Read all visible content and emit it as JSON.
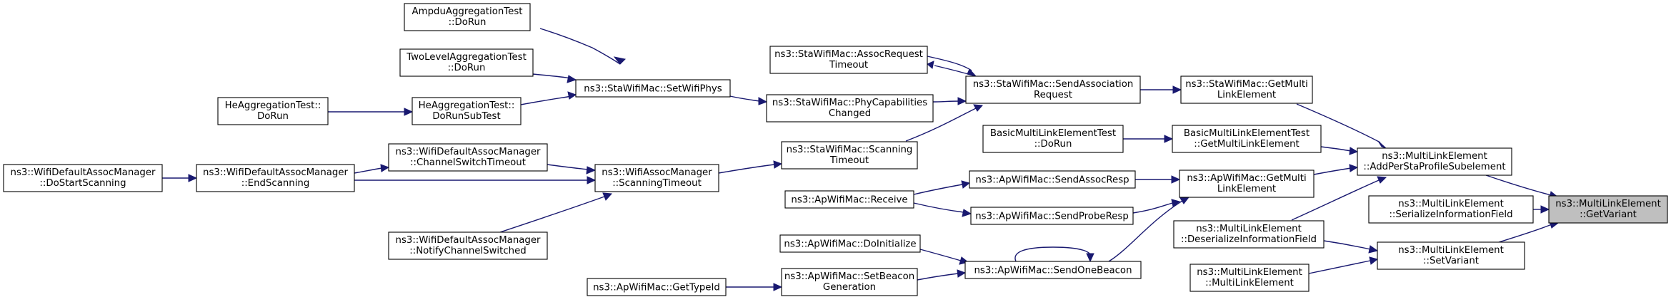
{
  "colors": {
    "edge": "#191970",
    "node_border": "#000000",
    "highlight_fill": "#bfbfbf",
    "background": "#ffffff"
  },
  "nodes": {
    "ampdu": [
      "AmpduAggregationTest",
      "::DoRun"
    ],
    "twolevel": [
      "TwoLevelAggregationTest",
      "::DoRun"
    ],
    "he_dorun": [
      "HeAggregationTest::",
      "DoRun"
    ],
    "he_subtest": [
      "HeAggregationTest::",
      "DoRunSubTest"
    ],
    "setwifiphys": [
      "ns3::StaWifiMac::SetWifiPhys"
    ],
    "assocreq_timeout": [
      "ns3::StaWifiMac::AssocRequest",
      "Timeout"
    ],
    "phycap": [
      "ns3::StaWifiMac::PhyCapabilities",
      "Changed"
    ],
    "sendassocreq": [
      "ns3::StaWifiMac::SendAssociation",
      "Request"
    ],
    "sta_getmle": [
      "ns3::StaWifiMac::GetMulti",
      "LinkElement"
    ],
    "basic_dorun": [
      "BasicMultiLinkElementTest",
      "::DoRun"
    ],
    "basic_getmle": [
      "BasicMultiLinkElementTest",
      "::GetMultiLinkElement"
    ],
    "addpersta": [
      "ns3::MultiLinkElement",
      "::AddPerStaProfileSubelement"
    ],
    "getvariant": [
      "ns3::MultiLinkElement",
      "::GetVariant"
    ],
    "dostartscanning": [
      "ns3::WifiDefaultAssocManager",
      "::DoStartScanning"
    ],
    "endscanning": [
      "ns3::WifiDefaultAssocManager",
      "::EndScanning"
    ],
    "chswitch_timeout": [
      "ns3::WifiDefaultAssocManager",
      "::ChannelSwitchTimeout"
    ],
    "notifych": [
      "ns3::WifiDefaultAssocManager",
      "::NotifyChannelSwitched"
    ],
    "scanning_timeout": [
      "ns3::WifiAssocManager",
      "::ScanningTimeout"
    ],
    "sta_scanning": [
      "ns3::StaWifiMac::Scanning",
      "Timeout"
    ],
    "ap_receive": [
      "ns3::ApWifiMac::Receive"
    ],
    "ap_sendassocresp": [
      "ns3::ApWifiMac::SendAssocResp"
    ],
    "ap_sendprobe": [
      "ns3::ApWifiMac::SendProbeResp"
    ],
    "ap_getmle": [
      "ns3::ApWifiMac::GetMulti",
      "LinkElement"
    ],
    "serialize": [
      "ns3::MultiLinkElement",
      "::SerializeInformationField"
    ],
    "deserialize": [
      "ns3::MultiLinkElement",
      "::DeserializeInformationField"
    ],
    "ap_doinit": [
      "ns3::ApWifiMac::DoInitialize"
    ],
    "ap_gettypeid": [
      "ns3::ApWifiMac::GetTypeId"
    ],
    "ap_setbeacon": [
      "ns3::ApWifiMac::SetBeacon",
      "Generation"
    ],
    "ap_sendonebeacon": [
      "ns3::ApWifiMac::SendOneBeacon"
    ],
    "setvariant": [
      "ns3::MultiLinkElement",
      "::SetVariant"
    ],
    "ml_mle": [
      "ns3::MultiLinkElement",
      "::MultiLinkElement"
    ]
  },
  "edges": [
    [
      "ampdu",
      "setwifiphys"
    ],
    [
      "twolevel",
      "setwifiphys"
    ],
    [
      "he_dorun",
      "he_subtest"
    ],
    [
      "he_subtest",
      "setwifiphys"
    ],
    [
      "setwifiphys",
      "phycap"
    ],
    [
      "phycap",
      "sendassocreq"
    ],
    [
      "sendassocreq",
      "assocreq_timeout"
    ],
    [
      "assocreq_timeout",
      "sendassocreq"
    ],
    [
      "sta_scanning",
      "sendassocreq"
    ],
    [
      "sendassocreq",
      "sta_getmle"
    ],
    [
      "sta_getmle",
      "addpersta"
    ],
    [
      "basic_dorun",
      "basic_getmle"
    ],
    [
      "basic_getmle",
      "addpersta"
    ],
    [
      "ap_getmle",
      "addpersta"
    ],
    [
      "deserialize",
      "addpersta"
    ],
    [
      "addpersta",
      "getvariant"
    ],
    [
      "serialize",
      "getvariant"
    ],
    [
      "setvariant",
      "getvariant"
    ],
    [
      "dostartscanning",
      "endscanning"
    ],
    [
      "endscanning",
      "chswitch_timeout"
    ],
    [
      "endscanning",
      "scanning_timeout"
    ],
    [
      "chswitch_timeout",
      "scanning_timeout"
    ],
    [
      "notifych",
      "scanning_timeout"
    ],
    [
      "scanning_timeout",
      "sta_scanning"
    ],
    [
      "ap_receive",
      "ap_sendassocresp"
    ],
    [
      "ap_receive",
      "ap_sendprobe"
    ],
    [
      "ap_sendassocresp",
      "ap_getmle"
    ],
    [
      "ap_sendprobe",
      "ap_getmle"
    ],
    [
      "ap_sendonebeacon",
      "ap_getmle"
    ],
    [
      "ap_sendonebeacon",
      "ap_sendonebeacon"
    ],
    [
      "ap_doinit",
      "ap_sendonebeacon"
    ],
    [
      "ap_gettypeid",
      "ap_setbeacon"
    ],
    [
      "ap_setbeacon",
      "ap_sendonebeacon"
    ],
    [
      "deserialize",
      "setvariant"
    ],
    [
      "ml_mle",
      "setvariant"
    ]
  ],
  "highlighted": [
    "getvariant"
  ]
}
